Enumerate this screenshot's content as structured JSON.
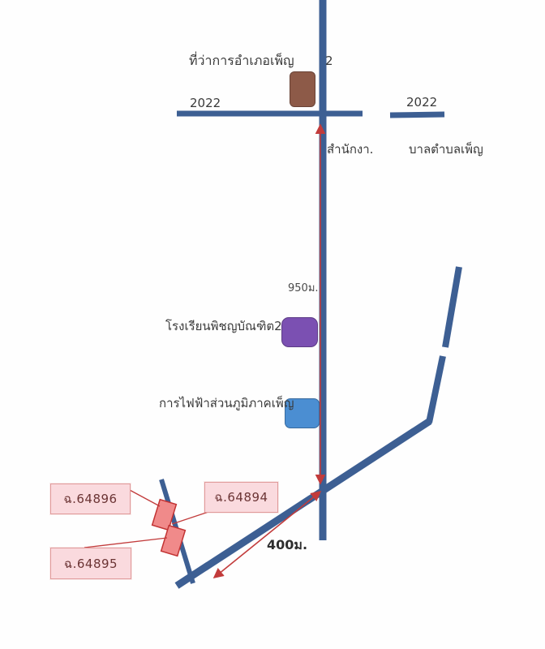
{
  "map": {
    "district_office_label": "ที่ว่าการอำเภอเพ็ญ",
    "route_digit_top": "2",
    "route_number_west": "2022",
    "route_number_east": "2022",
    "municipality_label_left": "สำนักงา.",
    "municipality_label_right": "บาลตำบลเพ็ญ",
    "distance_vertical": "950ม.",
    "school_label": "โรงเรียนพิชญบัณฑิต2",
    "electricity_office_label": "การไฟฟ้าส่วนภูมิภาคเพ็ญ",
    "distance_diagonal": "400ม.",
    "parcel_labels": [
      "ฉ.64896",
      "ฉ.64894",
      "ฉ.64895"
    ],
    "colors": {
      "road": "#3d5f93",
      "measurement_arrow": "#c23b3b",
      "district_office_building": "#8d5a48",
      "school_building": "#7b50b2",
      "electricity_building": "#4b8ed2",
      "parcel_fill": "#f08a8a",
      "parcel_border": "#c23333",
      "label_box_fill": "#fadade",
      "label_box_border": "#e09a9a"
    }
  }
}
